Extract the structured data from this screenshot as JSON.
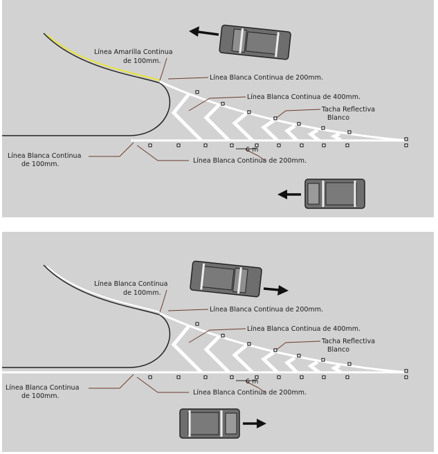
{
  "diagrams": [
    {
      "labels": {
        "yellow_line": [
          "Línea Amarilla Continua",
          "de 100mm."
        ],
        "white_line_200_top": "Línea Blanca Continua de 200mm.",
        "white_line_400": "Línea Blanca Continua de 400mm.",
        "reflective_marker": [
          "Tacha Reflectiva",
          "Blanco"
        ],
        "white_line_100": [
          "Línea Blanca Continua",
          "de 100mm."
        ],
        "white_line_200_bottom": "Línea Blanca Continua de 200mm.",
        "spacing": "6 m"
      },
      "left_edge_line_color": "#e8e23a",
      "cars": [
        {
          "view": "top",
          "direction": "left"
        },
        {
          "view": "top",
          "direction": "left"
        }
      ]
    },
    {
      "labels": {
        "yellow_line": [
          "Línea Blanca Continua",
          "de 100mm."
        ],
        "white_line_200_top": "Línea Blanca Continua de 200mm.",
        "white_line_400": "Línea Blanca Continua de 400mm.",
        "reflective_marker": [
          "Tacha Reflectiva",
          "Blanco"
        ],
        "white_line_100": [
          "Línea Blanca Continua",
          "de 100mm."
        ],
        "white_line_200_bottom": "Línea Blanca Continua de 200mm.",
        "spacing": "6 m"
      },
      "left_edge_line_color": "#ffffff",
      "cars": [
        {
          "view": "top",
          "direction": "right"
        },
        {
          "view": "top",
          "direction": "right"
        }
      ]
    }
  ],
  "colors": {
    "background": "#d2d2d2",
    "road_line": "#ffffff",
    "leader": "#6b3a2a"
  }
}
